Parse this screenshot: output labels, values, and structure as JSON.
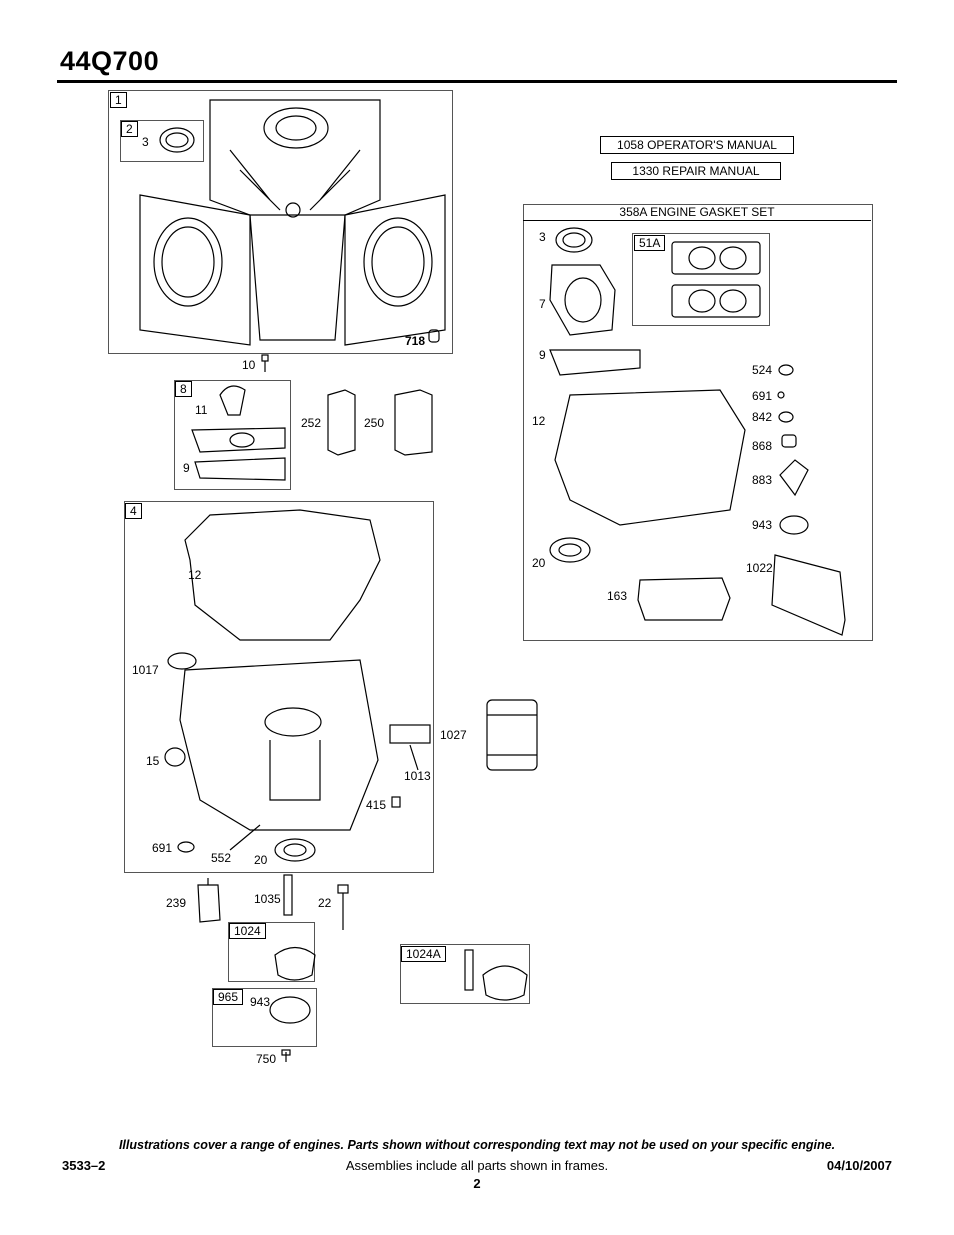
{
  "header": {
    "title": "44Q700"
  },
  "manuals": {
    "operator": "1058 OPERATOR'S MANUAL",
    "repair": "1330 REPAIR MANUAL"
  },
  "kit": {
    "title": "358A ENGINE GASKET SET"
  },
  "frames": {
    "f1": "1",
    "f2": "2",
    "f4": "4",
    "f8": "8",
    "f51A": "51A",
    "f1024": "1024",
    "f1024A": "1024A",
    "f965": "965"
  },
  "parts": {
    "p3": "3",
    "p718": "718",
    "p10": "10",
    "p11": "11",
    "p9a": "9",
    "p252": "252",
    "p250": "250",
    "p12a": "12",
    "p1017": "1017",
    "p1027": "1027",
    "p15": "15",
    "p1013": "1013",
    "p415": "415",
    "p691a": "691",
    "p552": "552",
    "p20a": "20",
    "p239": "239",
    "p1035": "1035",
    "p22": "22",
    "p943a": "943",
    "p750": "750",
    "k3": "3",
    "k7": "7",
    "k9": "9",
    "k12": "12",
    "k20": "20",
    "k163": "163",
    "k524": "524",
    "k691": "691",
    "k842": "842",
    "k868": "868",
    "k883": "883",
    "k943": "943",
    "k1022": "1022"
  },
  "footer": {
    "disclaimer": "Illustrations cover a range of engines. Parts shown without corresponding text may not be used on your specific engine.",
    "doc_number": "3533–2",
    "assembly_note": "Assemblies include all parts shown in frames.",
    "date": "04/10/2007",
    "page": "2"
  }
}
